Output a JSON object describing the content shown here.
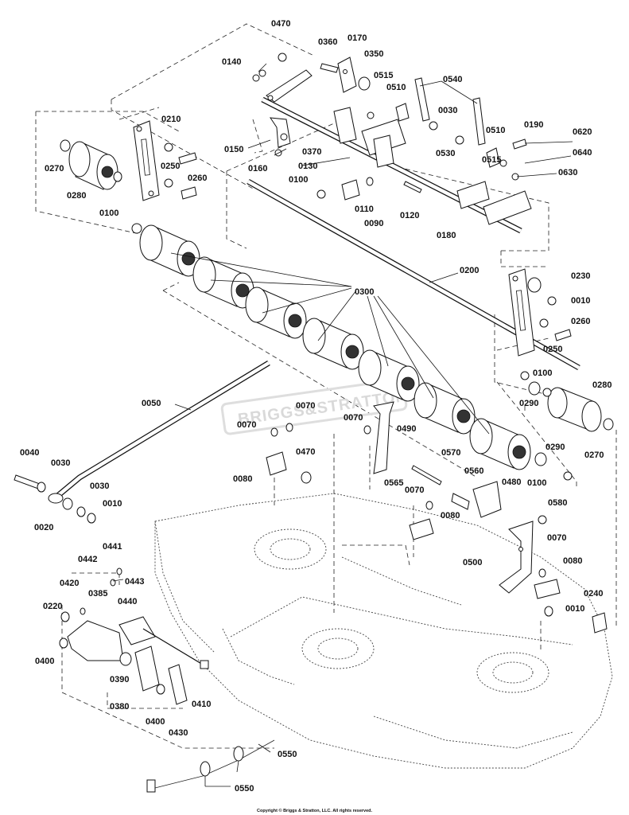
{
  "labels": [
    {
      "id": "l0470a",
      "text": "0470"
    },
    {
      "id": "l0360",
      "text": "0360"
    },
    {
      "id": "l0170",
      "text": "0170"
    },
    {
      "id": "l0350",
      "text": "0350"
    },
    {
      "id": "l0140",
      "text": "0140"
    },
    {
      "id": "l0515a",
      "text": "0515"
    },
    {
      "id": "l0540",
      "text": "0540"
    },
    {
      "id": "l0510a",
      "text": "0510"
    },
    {
      "id": "l0030a",
      "text": "0030"
    },
    {
      "id": "l0210",
      "text": "0210"
    },
    {
      "id": "l0510b",
      "text": "0510"
    },
    {
      "id": "l0190",
      "text": "0190"
    },
    {
      "id": "l0620",
      "text": "0620"
    },
    {
      "id": "l0270a",
      "text": "0270"
    },
    {
      "id": "l0250a",
      "text": "0250"
    },
    {
      "id": "l0150",
      "text": "0150"
    },
    {
      "id": "l0370",
      "text": "0370"
    },
    {
      "id": "l0530",
      "text": "0530"
    },
    {
      "id": "l0515b",
      "text": "0515"
    },
    {
      "id": "l0640",
      "text": "0640"
    },
    {
      "id": "l0260a",
      "text": "0260"
    },
    {
      "id": "l0280a",
      "text": "0280"
    },
    {
      "id": "l0160",
      "text": "0160"
    },
    {
      "id": "l0130",
      "text": "0130"
    },
    {
      "id": "l0630",
      "text": "0630"
    },
    {
      "id": "l0100a",
      "text": "0100"
    },
    {
      "id": "l0100b",
      "text": "0100"
    },
    {
      "id": "l0110",
      "text": "0110"
    },
    {
      "id": "l0120",
      "text": "0120"
    },
    {
      "id": "l0090",
      "text": "0090"
    },
    {
      "id": "l0180",
      "text": "0180"
    },
    {
      "id": "l0200",
      "text": "0200"
    },
    {
      "id": "l0230",
      "text": "0230"
    },
    {
      "id": "l0300",
      "text": "0300"
    },
    {
      "id": "l0010a",
      "text": "0010"
    },
    {
      "id": "l0260b",
      "text": "0260"
    },
    {
      "id": "l0250b",
      "text": "0250"
    },
    {
      "id": "l0100c",
      "text": "0100"
    },
    {
      "id": "l0280b",
      "text": "0280"
    },
    {
      "id": "l0290a",
      "text": "0290"
    },
    {
      "id": "l0050",
      "text": "0050"
    },
    {
      "id": "l0070a",
      "text": "0070"
    },
    {
      "id": "l0070b",
      "text": "0070"
    },
    {
      "id": "l0070c",
      "text": "0070"
    },
    {
      "id": "l0490",
      "text": "0490"
    },
    {
      "id": "l0270b",
      "text": "0270"
    },
    {
      "id": "l0290b",
      "text": "0290"
    },
    {
      "id": "l0040",
      "text": "0040"
    },
    {
      "id": "l0030b",
      "text": "0030"
    },
    {
      "id": "l0570",
      "text": "0570"
    },
    {
      "id": "l0470b",
      "text": "0470"
    },
    {
      "id": "l0080a",
      "text": "0080"
    },
    {
      "id": "l0565",
      "text": "0565"
    },
    {
      "id": "l0560",
      "text": "0560"
    },
    {
      "id": "l0480",
      "text": "0480"
    },
    {
      "id": "l0100d",
      "text": "0100"
    },
    {
      "id": "l0030c",
      "text": "0030"
    },
    {
      "id": "l0070d",
      "text": "0070"
    },
    {
      "id": "l0010b",
      "text": "0010"
    },
    {
      "id": "l0020",
      "text": "0020"
    },
    {
      "id": "l0580",
      "text": "0580"
    },
    {
      "id": "l0080b",
      "text": "0080"
    },
    {
      "id": "l0441",
      "text": "0441"
    },
    {
      "id": "l0442",
      "text": "0442"
    },
    {
      "id": "l0443",
      "text": "0443"
    },
    {
      "id": "l0070e",
      "text": "0070"
    },
    {
      "id": "l0500",
      "text": "0500"
    },
    {
      "id": "l0080c",
      "text": "0080"
    },
    {
      "id": "l0420",
      "text": "0420"
    },
    {
      "id": "l0385",
      "text": "0385"
    },
    {
      "id": "l0440",
      "text": "0440"
    },
    {
      "id": "l0240",
      "text": "0240"
    },
    {
      "id": "l0220",
      "text": "0220"
    },
    {
      "id": "l0010c",
      "text": "0010"
    },
    {
      "id": "l0400a",
      "text": "0400"
    },
    {
      "id": "l0390",
      "text": "0390"
    },
    {
      "id": "l0410",
      "text": "0410"
    },
    {
      "id": "l0380",
      "text": "0380"
    },
    {
      "id": "l0400b",
      "text": "0400"
    },
    {
      "id": "l0430",
      "text": "0430"
    },
    {
      "id": "l0550a",
      "text": "0550"
    },
    {
      "id": "l0550b",
      "text": "0550"
    }
  ],
  "watermark": "BRIGGS&STRATTON",
  "copyright": "Copyright © Briggs & Stratton, LLC. All rights reserved."
}
